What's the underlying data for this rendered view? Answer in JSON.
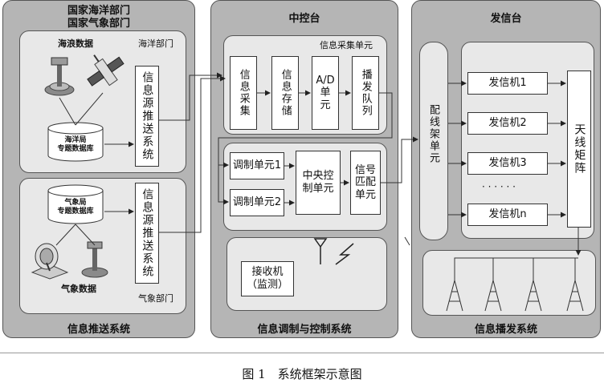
{
  "left": {
    "header_line1": "国家海洋部门",
    "header_line2": "国家气象部门",
    "ocean_dept": "海洋部门",
    "wave_data": "海浪数据",
    "ocean_db": "海洋局\n专题数据库",
    "push_sys_1": "信息源推送系统",
    "weather_db": "气象局\n专题数据库",
    "push_sys_2": "信息源推送系统",
    "weather_data": "气象数据",
    "weather_dept": "气象部门",
    "footer": "信息推送系统"
  },
  "middle": {
    "header": "中控台",
    "collect_unit_label": "信息采集单元",
    "collect": "信息采集",
    "store": "信息存储",
    "ad": "A/D\n单\n元",
    "queue": "播发队列",
    "mod1": "调制单元1",
    "mod2": "调制单元2",
    "central": "中央控\n制单元",
    "match": "信号\n匹配\n单元",
    "receiver": "接收机\n（监测）",
    "footer": "信息调制与控制系统"
  },
  "right": {
    "header": "发信台",
    "patch": "配线架单元",
    "tx1": "发信机1",
    "tx2": "发信机2",
    "tx3": "发信机3",
    "dots": "· · · · · ·",
    "txn": "发信机n",
    "antenna": "天线矩阵",
    "footer": "信息播发系统"
  },
  "caption": "图 1　系统框架示意图"
}
